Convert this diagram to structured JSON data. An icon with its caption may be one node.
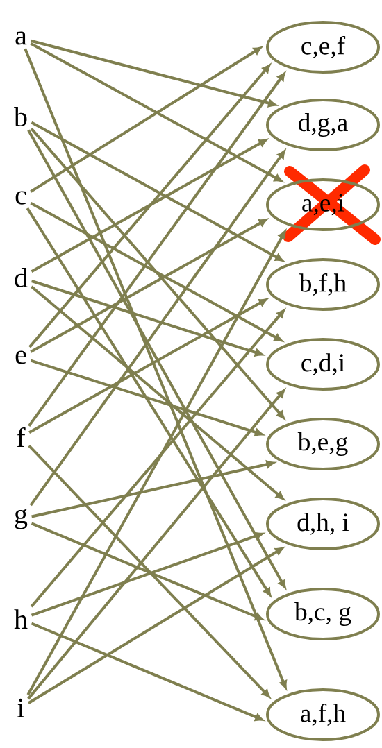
{
  "diagram": {
    "nodes": [
      {
        "text": [
          "a"
        ]
      },
      {
        "text": [
          "b"
        ]
      },
      {
        "text": [
          "c"
        ]
      },
      {
        "text": [
          "d"
        ]
      },
      {
        "text": [
          "e"
        ]
      },
      {
        "text": [
          "f"
        ]
      },
      {
        "text": [
          "g"
        ]
      },
      {
        "text": [
          "h"
        ]
      },
      {
        "text": [
          "i"
        ]
      },
      {
        "text": [
          "c,e,f"
        ]
      },
      {
        "text": [
          "d,g,a"
        ]
      },
      {
        "text": [
          "a,e,i"
        ]
      },
      {
        "text": [
          "b,f,h"
        ]
      },
      {
        "text": [
          "c,d,i"
        ]
      },
      {
        "text": [
          "b,e,g"
        ]
      },
      {
        "text": [
          "d,h, i"
        ]
      },
      {
        "text": [
          "b,c, g"
        ]
      },
      {
        "text": [
          "a,f,h"
        ]
      }
    ],
    "edges": [
      {
        "from": 0,
        "to": 10,
        "arrow": "to"
      },
      {
        "from": 0,
        "to": 11,
        "arrow": "to"
      },
      {
        "from": 0,
        "to": 17,
        "arrow": "to"
      },
      {
        "from": 1,
        "to": 12,
        "arrow": "to"
      },
      {
        "from": 1,
        "to": 14,
        "arrow": "to"
      },
      {
        "from": 1,
        "to": 16,
        "arrow": "to"
      },
      {
        "from": 2,
        "to": 9,
        "arrow": "to"
      },
      {
        "from": 2,
        "to": 13,
        "arrow": "to"
      },
      {
        "from": 2,
        "to": 16,
        "arrow": "to"
      },
      {
        "from": 3,
        "to": 10,
        "arrow": "to"
      },
      {
        "from": 3,
        "to": 13,
        "arrow": "to"
      },
      {
        "from": 3,
        "to": 15,
        "arrow": "to"
      },
      {
        "from": 4,
        "to": 9,
        "arrow": "to"
      },
      {
        "from": 4,
        "to": 11,
        "arrow": "to"
      },
      {
        "from": 4,
        "to": 14,
        "arrow": "to"
      },
      {
        "from": 5,
        "to": 9,
        "arrow": "to"
      },
      {
        "from": 5,
        "to": 12,
        "arrow": "to"
      },
      {
        "from": 5,
        "to": 17,
        "arrow": "to"
      },
      {
        "from": 6,
        "to": 10,
        "arrow": "to"
      },
      {
        "from": 6,
        "to": 14,
        "arrow": "to"
      },
      {
        "from": 6,
        "to": 16,
        "arrow": "to"
      },
      {
        "from": 7,
        "to": 12,
        "arrow": "to"
      },
      {
        "from": 7,
        "to": 15,
        "arrow": "to"
      },
      {
        "from": 7,
        "to": 17,
        "arrow": "to"
      },
      {
        "from": 8,
        "to": 11,
        "arrow": "to"
      },
      {
        "from": 8,
        "to": 13,
        "arrow": "to"
      },
      {
        "from": 8,
        "to": 15,
        "arrow": "to"
      }
    ]
  }
}
